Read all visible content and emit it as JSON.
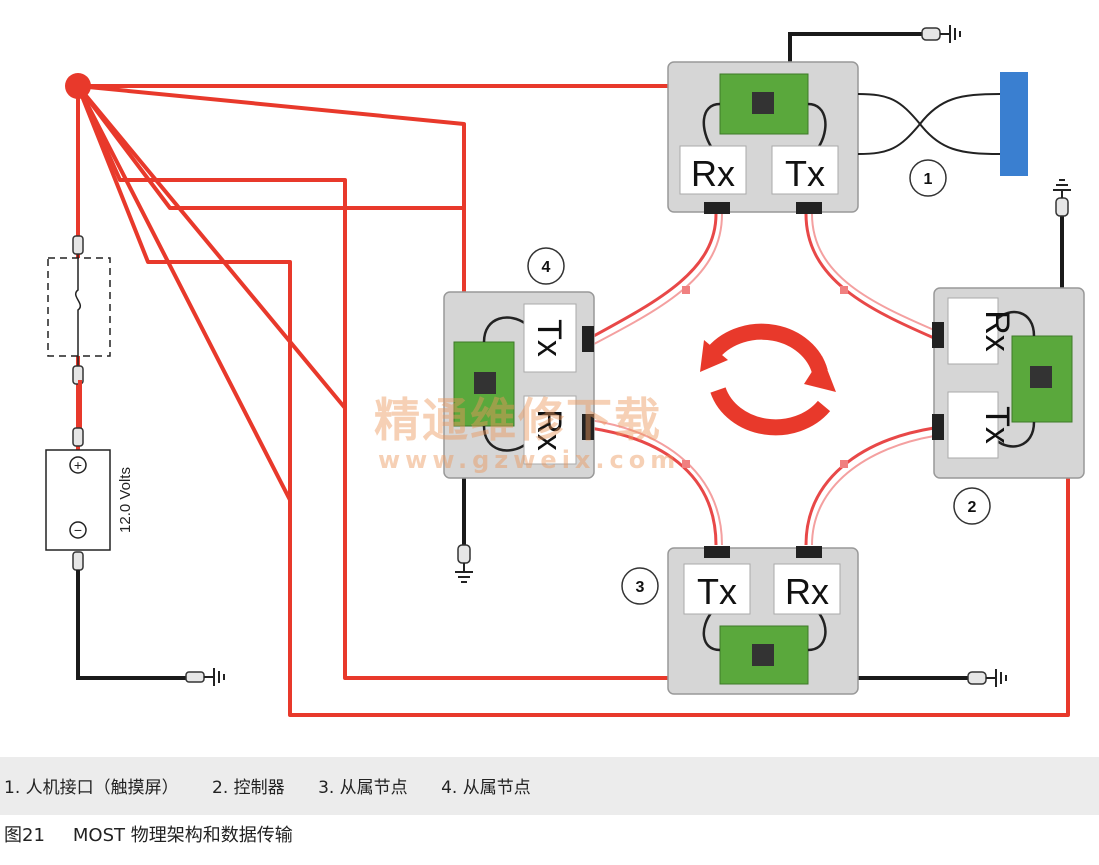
{
  "nodes": {
    "n1": {
      "number": "1",
      "port_left": "Rx",
      "port_right": "Tx"
    },
    "n2": {
      "number": "2",
      "port_top": "Rx",
      "port_bottom": "Tx"
    },
    "n3": {
      "number": "3",
      "port_left": "Tx",
      "port_right": "Rx"
    },
    "n4": {
      "number": "4",
      "port_top": "Tx",
      "port_bottom": "Rx"
    }
  },
  "battery": {
    "plus": "+",
    "minus": "−",
    "voltage": "12.0 Volts"
  },
  "watermark": {
    "text": "精通维修下载",
    "url": "www.gzweix.com"
  },
  "legend": [
    "1. 人机接口（触摸屏）",
    "2. 控制器",
    "3. 从属节点",
    "4. 从属节点"
  ],
  "caption": {
    "figure": "图21",
    "title": "MOST 物理架构和数据传输"
  },
  "colors": {
    "power_wire": "#e8392b",
    "ground_wire": "#1a1a1a",
    "fiber": "#e84848",
    "module": "#d6d6d6",
    "pcb": "#5aa83c",
    "display": "#3a7fd0"
  }
}
